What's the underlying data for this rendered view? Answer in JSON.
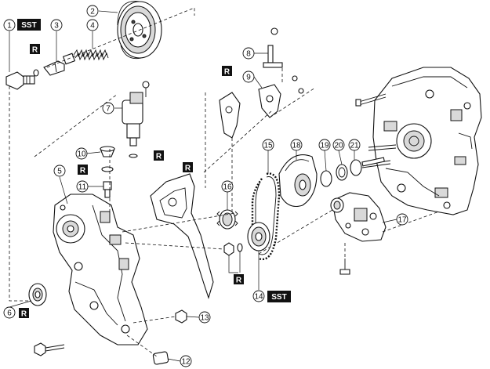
{
  "callouts": [
    {
      "id": "c1",
      "num": "1"
    },
    {
      "id": "c2",
      "num": "2"
    },
    {
      "id": "c3",
      "num": "3"
    },
    {
      "id": "c4",
      "num": "4"
    },
    {
      "id": "c5",
      "num": "5"
    },
    {
      "id": "c6",
      "num": "6"
    },
    {
      "id": "c7",
      "num": "7"
    },
    {
      "id": "c8",
      "num": "8"
    },
    {
      "id": "c9",
      "num": "9"
    },
    {
      "id": "c10",
      "num": "10"
    },
    {
      "id": "c11",
      "num": "11"
    },
    {
      "id": "c12",
      "num": "12"
    },
    {
      "id": "c13",
      "num": "13"
    },
    {
      "id": "c14",
      "num": "14"
    },
    {
      "id": "c15",
      "num": "15"
    },
    {
      "id": "c16",
      "num": "16"
    },
    {
      "id": "c17",
      "num": "17"
    },
    {
      "id": "c18",
      "num": "18"
    },
    {
      "id": "c19",
      "num": "19"
    },
    {
      "id": "c20",
      "num": "20"
    },
    {
      "id": "c21",
      "num": "21"
    }
  ],
  "tags": {
    "sst": "SST",
    "replace": "R"
  }
}
